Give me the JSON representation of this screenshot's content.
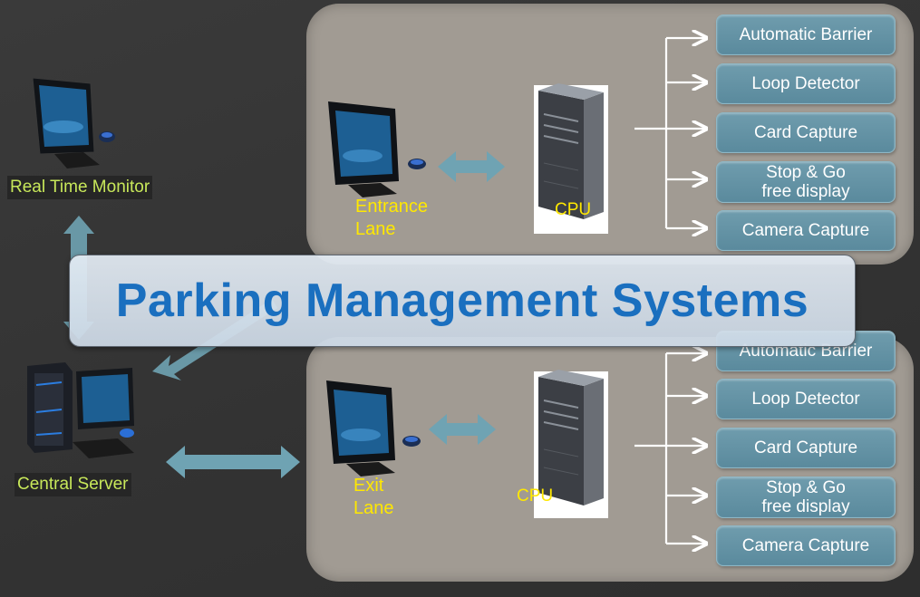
{
  "title": "Parking Management Systems",
  "left": {
    "real_time_monitor": "Real Time Monitor",
    "central_server": "Central Server"
  },
  "entrance": {
    "lane_label": "Entrance\nLane",
    "cpu_label": "CPU",
    "devices": [
      "Automatic Barrier",
      "Loop Detector",
      "Card Capture",
      "Stop & Go\nfree display",
      "Camera Capture"
    ]
  },
  "exit": {
    "lane_label": "Exit\nLane",
    "cpu_label": "CPU",
    "devices": [
      "Automatic Barrier",
      "Loop Detector",
      "Card Capture",
      "Stop & Go\nfree display",
      "Camera Capture"
    ]
  },
  "colors": {
    "panel": "#a19b93",
    "device_box": "#6f9cad",
    "arrow": "#6fa3b3",
    "title": "#1a6fbf",
    "lane_label": "#ffe800",
    "node_label": "#c8e85a"
  },
  "icons": [
    "desktop-monitor-icon",
    "cpu-tower-icon",
    "server-workstation-icon",
    "double-arrow-icon"
  ]
}
